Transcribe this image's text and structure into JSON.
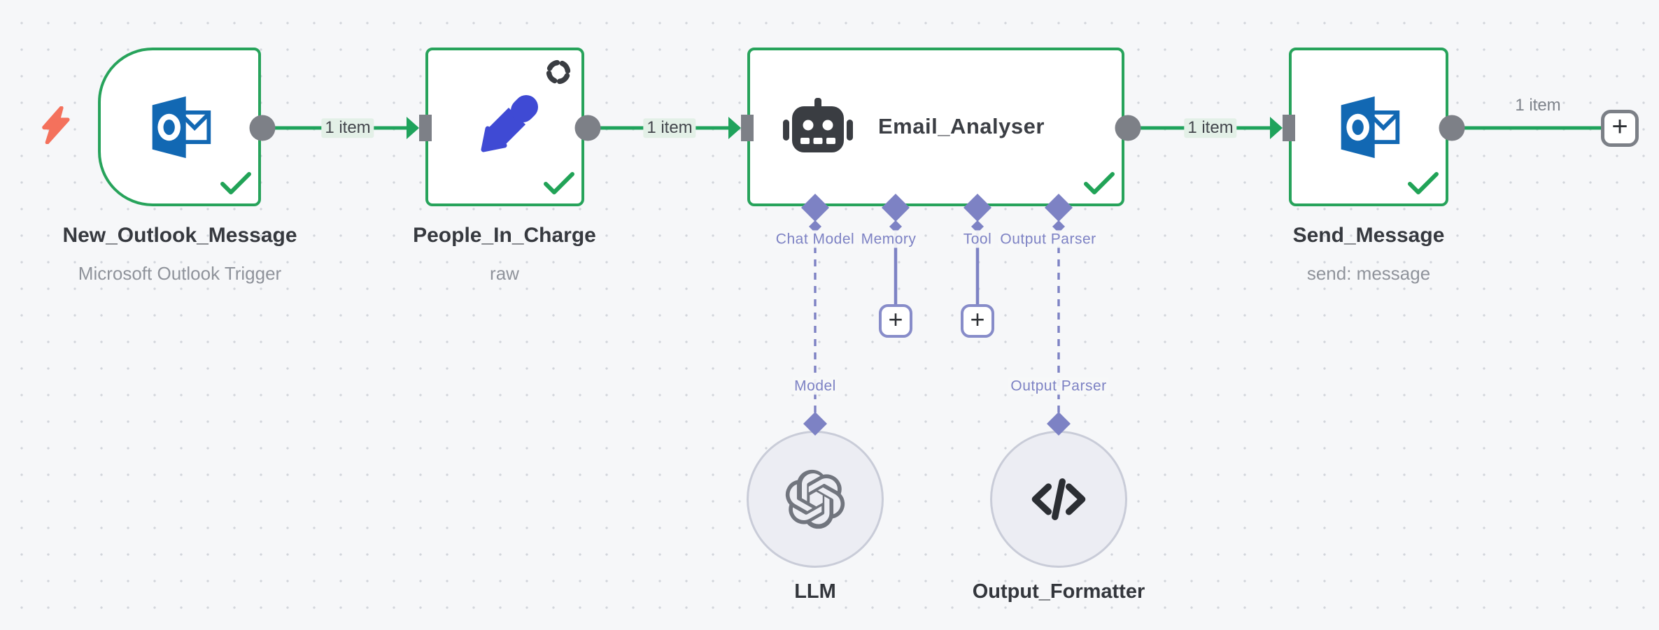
{
  "canvas": {
    "bg": "#f6f7f9",
    "dot": "#d2d5db"
  },
  "colors": {
    "node_border_green": "#27a35b",
    "edge_green": "#1fa35c",
    "connector_gray": "#7d8087",
    "sub_purple": "#7d82c4",
    "outlook_blue": "#1268b3",
    "pencil_blue": "#3f4ad4",
    "trigger_bolt_coral": "#f4715c",
    "icon_dark": "#3a3d42",
    "openai_gray": "#71757e"
  },
  "icons": {
    "trigger_accent": "lightning-icon",
    "trigger_node": "outlook-icon",
    "set_node": "pencil-icon",
    "set_node_badge": "dashed-loop-icon",
    "agent_node": "robot-icon",
    "send_node": "outlook-icon",
    "llm_node": "openai-icon",
    "formatter_node": "code-icon",
    "status": "check-icon",
    "add": "plus-icon"
  },
  "nodes": {
    "trigger": {
      "title": "New_Outlook_Message",
      "subtitle": "Microsoft Outlook Trigger"
    },
    "set": {
      "title": "People_In_Charge",
      "subtitle": "raw"
    },
    "agent": {
      "title": "Email_Analyser",
      "ports": [
        "Chat Model",
        "Memory",
        "Tool",
        "Output Parser"
      ],
      "link_labels": {
        "model": "Model",
        "output_parser": "Output Parser"
      }
    },
    "send": {
      "title": "Send_Message",
      "subtitle": "send: message"
    },
    "llm": {
      "title": "LLM"
    },
    "formatter": {
      "title": "Output_Formatter"
    }
  },
  "connections": {
    "c1": "1 item",
    "c2": "1 item",
    "c3": "1 item",
    "c4": "1 item"
  },
  "buttons": {
    "plus": "+"
  }
}
